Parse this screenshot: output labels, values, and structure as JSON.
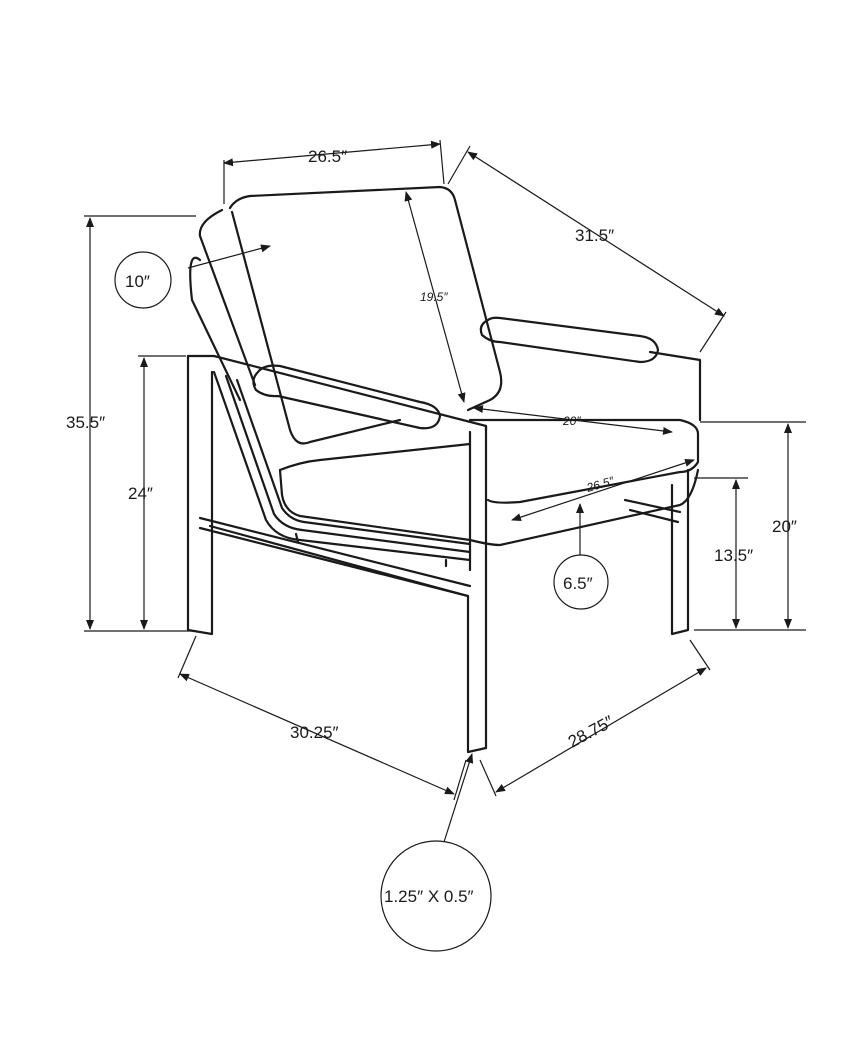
{
  "dimensions": {
    "back_width": "26.5″",
    "overall_depth": "31.5″",
    "overall_height": "35.5″",
    "arm_height": "24″",
    "back_cushion_height": "19.5″",
    "seat_depth": "20″",
    "seat_width": "26.5″",
    "seat_height": "20″",
    "seat_clearance": "13.5″",
    "overall_width": "30.25″",
    "side_depth": "28.75″"
  },
  "callouts": {
    "cushion_thickness": "10″",
    "seat_thickness": "6.5″",
    "leg_profile": "1.25″ X 0.5″"
  },
  "colors": {
    "line": "#1a1a1a",
    "background": "#ffffff"
  }
}
